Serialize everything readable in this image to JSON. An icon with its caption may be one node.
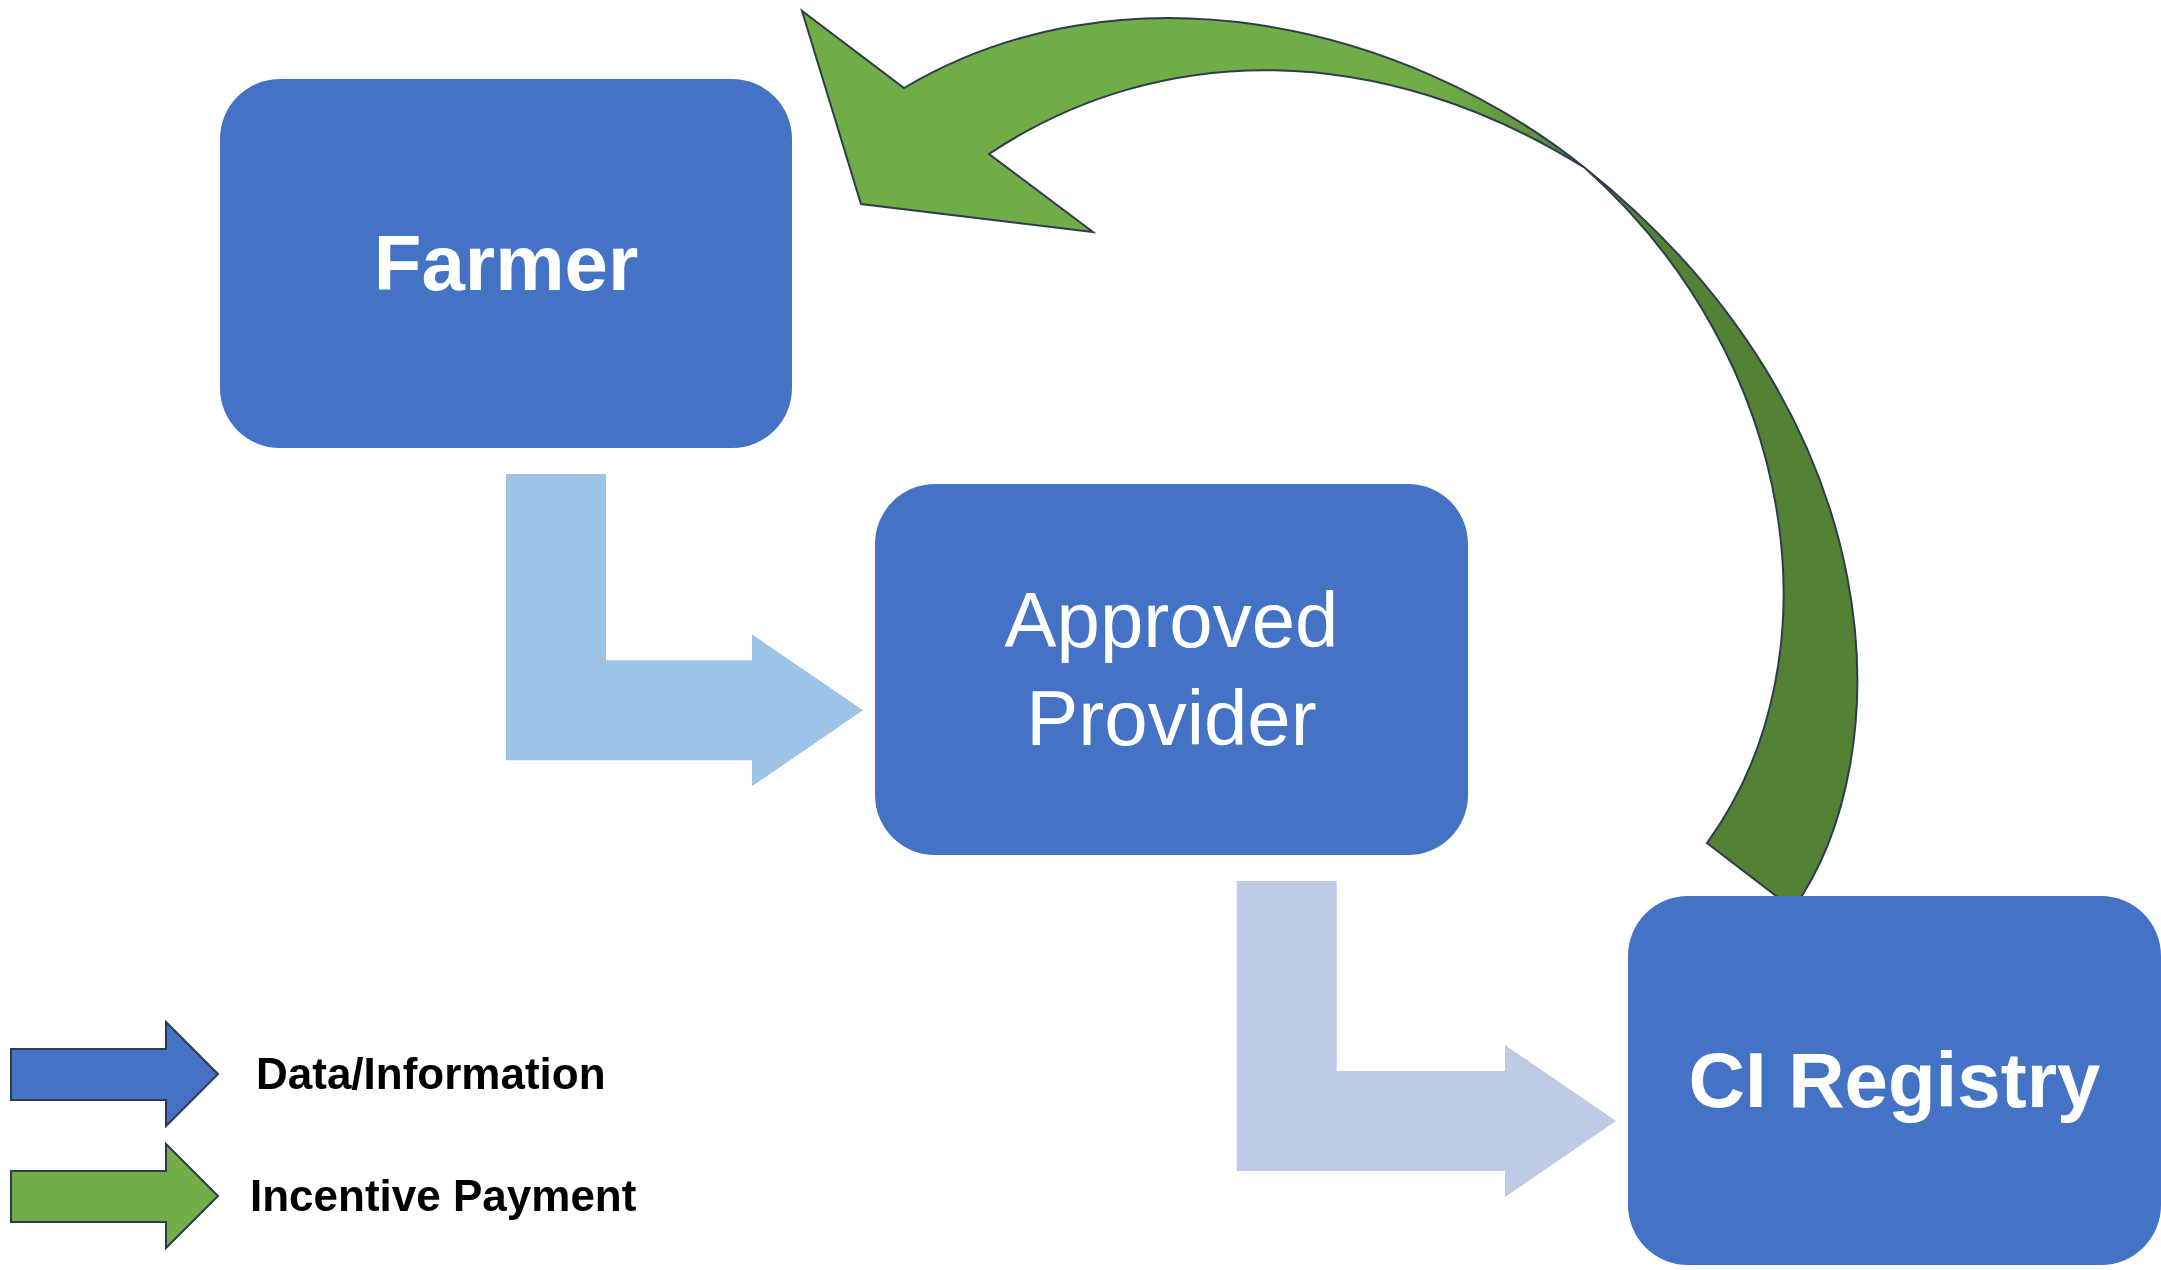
{
  "diagram": {
    "nodes": [
      {
        "text": [
          "Farmer"
        ]
      },
      {
        "text": [
          "Approved Provider"
        ]
      },
      {
        "text": [
          "CI Registry"
        ]
      }
    ],
    "edges": [
      {
        "from": 0,
        "to": 1,
        "arrow": "to",
        "color": "#9dc3e6"
      },
      {
        "from": 1,
        "to": 2,
        "arrow": "to",
        "color": "#bfcae6"
      },
      {
        "from": 2,
        "to": 0,
        "arrow": "to",
        "color": "#70ad47"
      }
    ],
    "legend": [
      {
        "text": "Data/Information",
        "color": "#4472c4"
      },
      {
        "text": "Incentive Payment",
        "color": "#70ad47"
      }
    ]
  }
}
